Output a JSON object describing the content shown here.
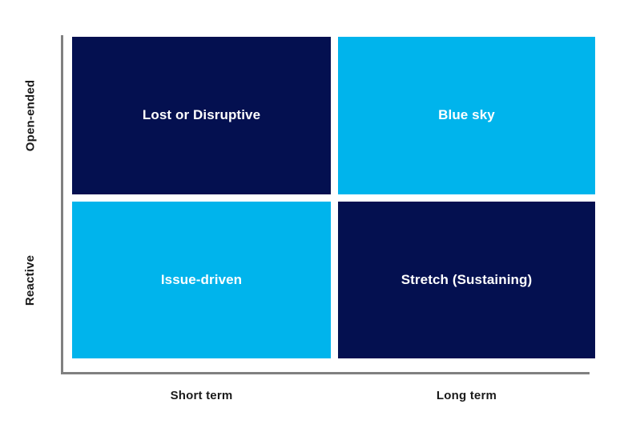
{
  "chart_data": {
    "type": "table",
    "title": "",
    "xlabel": "",
    "ylabel": "",
    "legend": "none",
    "grid": false,
    "x_categories": [
      "Short term",
      "Long term"
    ],
    "y_categories": [
      "Open-ended",
      "Reactive"
    ],
    "cells": [
      {
        "row": "Open-ended",
        "col": "Short term",
        "label": "Lost or Disruptive",
        "fill": "#041050",
        "text_color": "#ffffff"
      },
      {
        "row": "Open-ended",
        "col": "Long term",
        "label": "Blue sky",
        "fill": "#00b4ec",
        "text_color": "#ffffff"
      },
      {
        "row": "Reactive",
        "col": "Short term",
        "label": "Issue-driven",
        "fill": "#00b4ec",
        "text_color": "#ffffff"
      },
      {
        "row": "Reactive",
        "col": "Long term",
        "label": "Stretch (Sustaining)",
        "fill": "#041050",
        "text_color": "#ffffff"
      }
    ]
  },
  "matrix": {
    "quadrants": {
      "top_left": {
        "label": "Lost or Disruptive"
      },
      "top_right": {
        "label": "Blue sky"
      },
      "bottom_left": {
        "label": "Issue-driven"
      },
      "bottom_right": {
        "label": "Stretch (Sustaining)"
      }
    },
    "y_axis": {
      "top_label": "Open-ended",
      "bottom_label": "Reactive"
    },
    "x_axis": {
      "left_label": "Short term",
      "right_label": "Long term"
    }
  },
  "colors": {
    "navy": "#041050",
    "cyan": "#00b4ec",
    "axis": "#808080",
    "text": "#1a1a1a",
    "cell_text": "#ffffff",
    "background": "#ffffff"
  }
}
